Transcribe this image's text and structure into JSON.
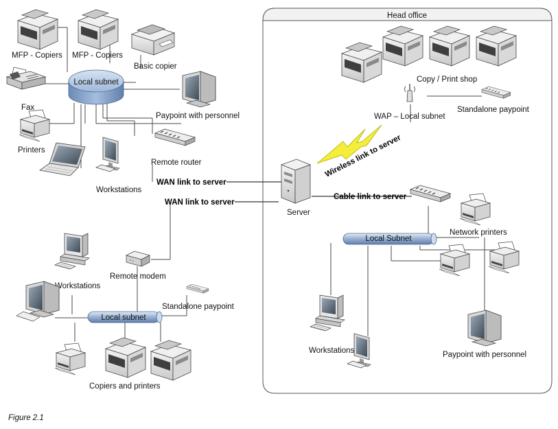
{
  "colors": {
    "subnet_blue": "#b8cce4",
    "subnet_blue_dark": "#6f8fb8",
    "lightning": "#f2ee3a",
    "device_body": "#e6e6e6",
    "device_dark": "#555555",
    "frame_stroke": "#555555"
  },
  "head_office": {
    "title": "Head office",
    "copy_shop_label": "Copy / Print shop",
    "wap_label": "WAP – Local subnet",
    "standalone_label": "Standalone paypoint",
    "wireless_label": "Wireless link to server",
    "server_label": "Server",
    "cable_label": "Cable link to server",
    "subnet_label": "Local Subnet",
    "network_printers_label": "Network printers",
    "workstations_label": "Workstations",
    "paypoint_label": "Paypoint with personnel"
  },
  "branch_top": {
    "mfp1_label": "MFP - Copiers",
    "mfp2_label": "MFP - Copiers",
    "basic_copier_label": "Basic copier",
    "subnet_label": "Local subnet",
    "fax_label": "Fax",
    "paypoint_label": "Paypoint with personnel",
    "printers_label": "Printers",
    "router_label": "Remote router",
    "workstations_label": "Workstations",
    "wan_label": "WAN link to server"
  },
  "branch_bottom": {
    "wan_label": "WAN link to server",
    "workstations_label": "Workstations",
    "modem_label": "Remote modem",
    "standalone_label": "Standalone paypoint",
    "subnet_label": "Local subnet",
    "copiers_label": "Copiers and printers"
  },
  "caption": "Figure 2.1"
}
